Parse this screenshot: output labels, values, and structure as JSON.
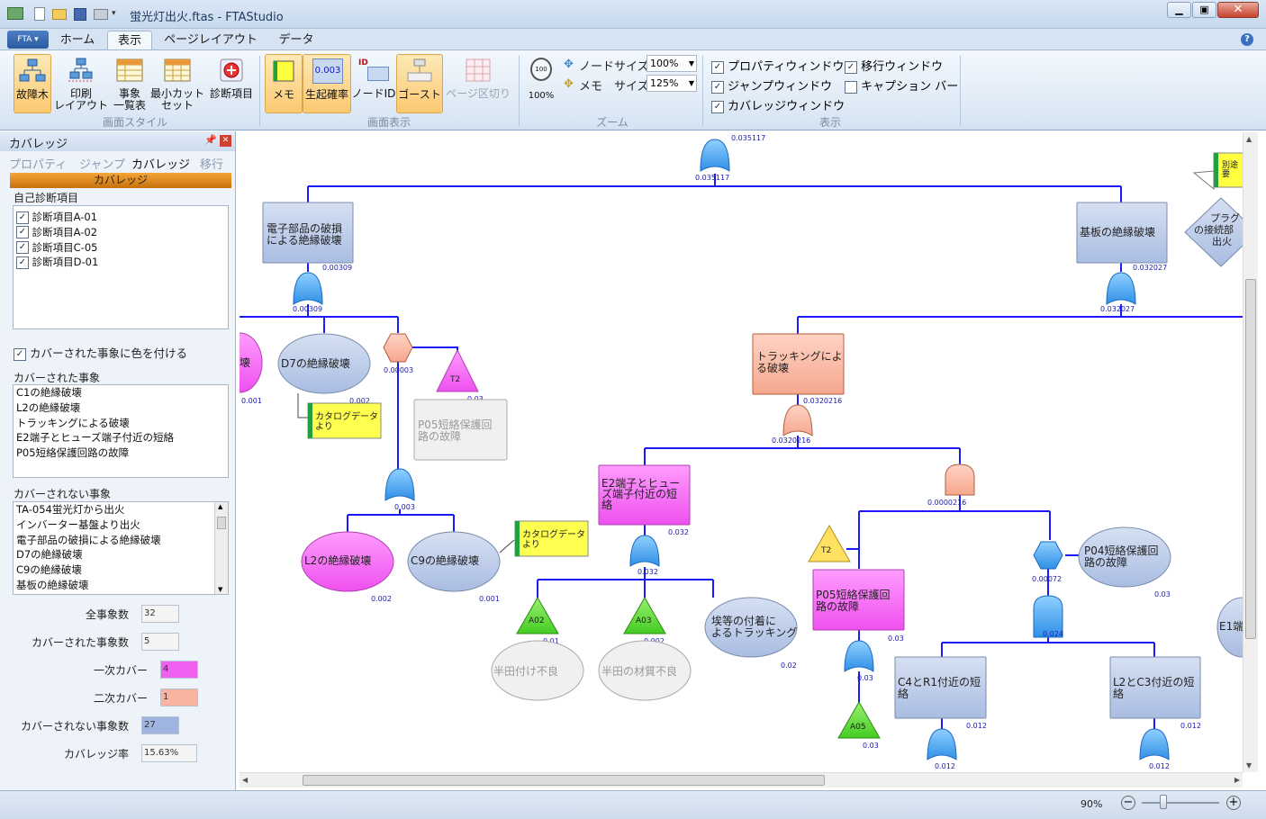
{
  "window": {
    "title": "蛍光灯出火.ftas - FTAStudio",
    "app_button": "FTA"
  },
  "ribbon_tabs": [
    {
      "label": "ホーム",
      "active": false
    },
    {
      "label": "表示",
      "active": true
    },
    {
      "label": "ページレイアウト",
      "active": false
    },
    {
      "label": "データ",
      "active": false
    }
  ],
  "ribbon": {
    "screen_style": {
      "label": "画面スタイル",
      "buttons": [
        "故障木",
        "印刷\nレイアウト",
        "事象\n一覧表",
        "最小カット\nセット",
        "診断項目"
      ]
    },
    "screen_display": {
      "label": "画面表示",
      "buttons": [
        "メモ",
        "生起確率",
        "ノードID",
        "ゴースト",
        "ページ区切り"
      ],
      "prob_icon_text": "0.003",
      "id_icon_text": "ID"
    },
    "zoom": {
      "label": "ズーム",
      "zoom_button": "100%",
      "zoom_icon_text": "100",
      "node_size_label": "ノードサイズ",
      "node_size_value": "100%",
      "memo_size_label": "メモ　サイズ",
      "memo_size_value": "125%"
    },
    "display": {
      "label": "表示",
      "checks": [
        {
          "label": "プロパティウィンドウ",
          "checked": true
        },
        {
          "label": "ジャンプウィンドウ",
          "checked": true
        },
        {
          "label": "カバレッジウィンドウ",
          "checked": true
        },
        {
          "label": "移行ウィンドウ",
          "checked": true
        },
        {
          "label": "キャプション バー",
          "checked": false
        }
      ]
    }
  },
  "panel": {
    "title": "カバレッジ",
    "tabs": [
      "プロパティ",
      "ジャンプ",
      "カバレッジ",
      "移行"
    ],
    "header": "カバレッジ",
    "self_diag_label": "自己診断項目",
    "diag_items": [
      "診断項目A-01",
      "診断項目A-02",
      "診断項目C-05",
      "診断項目D-01"
    ],
    "color_covered_label": "カバーされた事象に色を付ける",
    "covered_label": "カバーされた事象",
    "covered_items": [
      "C1の絶縁破壊",
      "L2の絶縁破壊",
      "トラッキングによる破壊",
      "E2端子とヒューズ端子付近の短絡",
      "P05短絡保護回路の故障"
    ],
    "uncovered_label": "カバーされない事象",
    "uncovered_items": [
      "TA-054蛍光灯から出火",
      "インバーター基盤より出火",
      "電子部品の破損による絶縁破壊",
      "D7の絶縁破壊",
      "C9の絶縁破壊",
      "基板の絶縁破壊"
    ],
    "stats": [
      {
        "label": "全事象数",
        "value": "32",
        "color": "#f4f4f4"
      },
      {
        "label": "カバーされた事象数",
        "value": "5",
        "color": "#f4f4f4"
      },
      {
        "label": "一次カバー",
        "value": "4",
        "color": "#f060f0"
      },
      {
        "label": "二次カバー",
        "value": "1",
        "color": "#f8b4a0"
      },
      {
        "label": "カバーされない事象数",
        "value": "27",
        "color": "#9fb4e0"
      },
      {
        "label": "カバレッジ率",
        "value": "15.63%",
        "color": "#f4f4f4"
      }
    ]
  },
  "tree": {
    "nodes": {
      "top_gate_prob_top": "0.035117",
      "top_gate_prob": "0.035117",
      "n_denshi": "電子部品の破損\nによる絶縁破壊",
      "n_denshi_prob": "0.00309",
      "n_kiban": "基板の絶縁破壊",
      "n_kiban_prob": "0.032027",
      "n_betto": "別途\n要",
      "n_plug": "プラグ\nの接続部\n出火",
      "n_c1": "壊",
      "n_c1_prob": "0.001",
      "n_d7": "D7の絶縁破壊",
      "n_d7_prob": "0.002",
      "memo1": "カタログデータ\nより",
      "hex1_prob": "0.00003",
      "t2a": "T2",
      "t2a_prob": "0.03",
      "n_p05_ghost": "P05短絡保護回\n路の故障",
      "gate_mid_prob": "0.003",
      "n_l2": "L2の絶縁破壊",
      "n_l2_prob": "0.002",
      "n_c9": "C9の絶縁破壊",
      "n_c9_prob": "0.001",
      "memo2": "カタログデータ\nより",
      "n_track": "トラッキングによ\nる破壊",
      "n_track_prob": "0.0320216",
      "gate_track_prob": "0.0320216",
      "n_e2": "E2端子とヒュー\nズ端子付近の短\n絡",
      "n_e2_prob": "0.032",
      "gate_e2_prob": "0.032",
      "a02": "A02",
      "a02_prob": "0.01",
      "a03": "A03",
      "a03_prob": "0.002",
      "n_dust": "埃等の付着に\nよるトラッキング",
      "n_dust_prob": "0.02",
      "n_handa1": "半田付け不良",
      "n_handa2": "半田の材質不良",
      "gate_right_prob": "0.0000216",
      "t2b": "T2",
      "n_p05": "P05短絡保護回\n路の故障",
      "n_p05_prob": "0.03",
      "gate_p05_prob": "0.03",
      "a05": "A05",
      "a05_prob": "0.03",
      "hex2_prob": "0.00072",
      "n_p04": "P04短絡保護回\n路の故障",
      "n_p04_prob": "0.03",
      "gate_and_prob": "0.024",
      "n_c4r1": "C4とR1付近の短\n絡",
      "n_c4r1_prob": "0.012",
      "n_l2c3": "L2とC3付近の短\n絡",
      "n_l2c3_prob": "0.012",
      "gate_c4_prob": "0.012",
      "gate_l2c3_prob": "0.012",
      "n_e1": "E1端"
    }
  },
  "status": {
    "zoom": "90%"
  }
}
